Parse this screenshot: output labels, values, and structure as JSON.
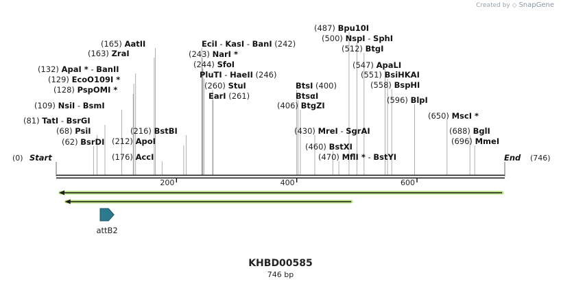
{
  "watermark": {
    "prefix": "Created by",
    "brand": "SnapGene"
  },
  "sequence": {
    "name": "KHBD00585",
    "length_label": "746 bp",
    "length": 746
  },
  "ends": {
    "start_label": "Start",
    "start_pos": "(0)",
    "end_label": "End",
    "end_pos": "(746)"
  },
  "ruler": {
    "ticks": [
      200,
      400,
      600
    ]
  },
  "colors": {
    "backbone": "#111111",
    "arrow_fill": "#1f1f1f",
    "arrow_glow": "#b4e07a",
    "feature_fill": "#2c7a8e",
    "feature_stroke": "#1d5565"
  },
  "sites": [
    {
      "pos": 62,
      "labels": [
        {
          "text": "BsrDI",
          "star": false
        }
      ],
      "num": "(62)"
    },
    {
      "pos": 68,
      "labels": [
        {
          "text": "PsiI",
          "star": false
        }
      ],
      "num": "(68)"
    },
    {
      "pos": 81,
      "labels": [
        {
          "text": "TatI",
          "star": false
        },
        {
          "text": "BsrGI",
          "star": false
        }
      ],
      "num": "(81)"
    },
    {
      "pos": 109,
      "labels": [
        {
          "text": "NsiI",
          "star": false
        },
        {
          "text": "BsmI",
          "star": false
        }
      ],
      "num": "(109)"
    },
    {
      "pos": 128,
      "labels": [
        {
          "text": "PspOMI",
          "star": true
        }
      ],
      "num": "(128)"
    },
    {
      "pos": 129,
      "labels": [
        {
          "text": "EcoO109I",
          "star": true
        }
      ],
      "num": "(129)"
    },
    {
      "pos": 132,
      "labels": [
        {
          "text": "ApaI",
          "star": true
        },
        {
          "text": "BanII",
          "star": false
        }
      ],
      "num": "(132)"
    },
    {
      "pos": 163,
      "labels": [
        {
          "text": "ZraI",
          "star": false
        }
      ],
      "num": "(163)"
    },
    {
      "pos": 165,
      "labels": [
        {
          "text": "AatII",
          "star": false
        }
      ],
      "num": "(165)"
    },
    {
      "pos": 176,
      "labels": [
        {
          "text": "AccI",
          "star": false
        }
      ],
      "num": "(176)"
    },
    {
      "pos": 212,
      "labels": [
        {
          "text": "ApoI",
          "star": false
        }
      ],
      "num": "(212)"
    },
    {
      "pos": 216,
      "labels": [
        {
          "text": "BstBI",
          "star": false
        }
      ],
      "num": "(216)"
    },
    {
      "pos": 242,
      "labels": [
        {
          "text": "EciI",
          "star": false
        },
        {
          "text": "KasI",
          "star": false
        },
        {
          "text": "BanI",
          "star": false
        }
      ],
      "num": "(242)"
    },
    {
      "pos": 243,
      "labels": [
        {
          "text": "NarI",
          "star": true
        }
      ],
      "num": "(243)"
    },
    {
      "pos": 244,
      "labels": [
        {
          "text": "SfoI",
          "star": false
        }
      ],
      "num": "(244)"
    },
    {
      "pos": 246,
      "labels": [
        {
          "text": "PluTI",
          "star": false
        },
        {
          "text": "HaeII",
          "star": false
        }
      ],
      "num": "(246)"
    },
    {
      "pos": 260,
      "labels": [
        {
          "text": "StuI",
          "star": false
        }
      ],
      "num": "(260)"
    },
    {
      "pos": 261,
      "labels": [
        {
          "text": "EarI",
          "star": false
        }
      ],
      "num": "(261)"
    },
    {
      "pos": 400,
      "labels": [
        {
          "text": "BtsI",
          "star": false
        }
      ],
      "num": "(400)"
    },
    {
      "pos": 402,
      "labels": [
        {
          "text": "BtsαI",
          "star": false
        }
      ],
      "num": ""
    },
    {
      "pos": 406,
      "labels": [
        {
          "text": "BtgZI",
          "star": false
        }
      ],
      "num": "(406)"
    },
    {
      "pos": 430,
      "labels": [
        {
          "text": "MreI",
          "star": false
        },
        {
          "text": "SgrAI",
          "star": false
        }
      ],
      "num": "(430)"
    },
    {
      "pos": 460,
      "labels": [
        {
          "text": "BstXI",
          "star": false
        }
      ],
      "num": "(460)"
    },
    {
      "pos": 470,
      "labels": [
        {
          "text": "MflI",
          "star": true
        },
        {
          "text": "BstYI",
          "star": false
        }
      ],
      "num": "(470)"
    },
    {
      "pos": 487,
      "labels": [
        {
          "text": "Bpu10I",
          "star": false
        }
      ],
      "num": "(487)"
    },
    {
      "pos": 500,
      "labels": [
        {
          "text": "NspI",
          "star": false
        },
        {
          "text": "SphI",
          "star": false
        }
      ],
      "num": "(500)"
    },
    {
      "pos": 512,
      "labels": [
        {
          "text": "BtgI",
          "star": false
        }
      ],
      "num": "(512)"
    },
    {
      "pos": 547,
      "labels": [
        {
          "text": "ApaLI",
          "star": false
        }
      ],
      "num": "(547)"
    },
    {
      "pos": 551,
      "labels": [
        {
          "text": "BsiHKAI",
          "star": false
        }
      ],
      "num": "(551)"
    },
    {
      "pos": 558,
      "labels": [
        {
          "text": "BspHI",
          "star": false
        }
      ],
      "num": "(558)"
    },
    {
      "pos": 596,
      "labels": [
        {
          "text": "BlpI",
          "star": false
        }
      ],
      "num": "(596)"
    },
    {
      "pos": 650,
      "labels": [
        {
          "text": "MscI",
          "star": true
        }
      ],
      "num": "(650)"
    },
    {
      "pos": 688,
      "labels": [
        {
          "text": "BglI",
          "star": false
        }
      ],
      "num": "(688)"
    },
    {
      "pos": 696,
      "labels": [
        {
          "text": "MmeI",
          "star": false
        }
      ],
      "num": "(696)"
    }
  ],
  "features": [
    {
      "kind": "arrow",
      "name": "",
      "start": 0,
      "end": 746,
      "direction": "reverse"
    },
    {
      "kind": "arrow",
      "name": "",
      "start": 10,
      "end": 495,
      "direction": "reverse"
    },
    {
      "kind": "block",
      "name": "attB2",
      "start": 73,
      "end": 96,
      "direction": "forward"
    }
  ]
}
